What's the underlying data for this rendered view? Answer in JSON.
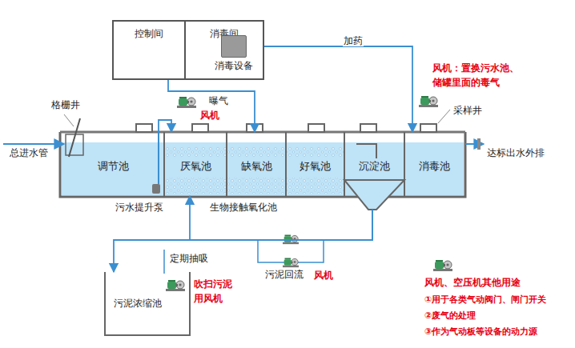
{
  "diagram": {
    "nodes": [
      {
        "text": [
          "控制间"
        ]
      },
      {
        "text": [
          "消毒间"
        ]
      },
      {
        "text": [
          "消毒设备"
        ],
        "in": 1
      },
      {
        "text": [
          "调节池"
        ]
      },
      {
        "text": [
          "厌氧池"
        ]
      },
      {
        "text": [
          "缺氧池"
        ]
      },
      {
        "text": [
          "好氧池"
        ]
      },
      {
        "text": [
          "沉淀池"
        ]
      },
      {
        "text": [
          "消毒池"
        ]
      },
      {
        "text": [
          "污泥浓缩池"
        ]
      }
    ],
    "edges": [
      {
        "from": 0,
        "to": 5,
        "arrow": "to",
        "label": "曝气"
      },
      {
        "from": 2,
        "to": 8,
        "arrow": "to",
        "label": "加药"
      },
      {
        "from": 3,
        "to": 4,
        "arrow": "to"
      },
      {
        "from": 7,
        "to": 4,
        "arrow": "to",
        "label": "污泥回流"
      },
      {
        "from": 7,
        "to": 9,
        "arrow": "to"
      }
    ],
    "labels": [
      "总进水管",
      "格栅井",
      "风机",
      "风机：置换污水池、储罐里面的毒气",
      "采样井",
      "达标出水外排",
      "污水提升泵",
      "生物接触氧化池",
      "定期抽吸",
      "吹扫污泥 用风机",
      "风机",
      "风机、空压机其他用途",
      "①用于各类气动阀门、闸门开关",
      "②废气的处理",
      "③作为气动板等设备的动力源"
    ]
  }
}
